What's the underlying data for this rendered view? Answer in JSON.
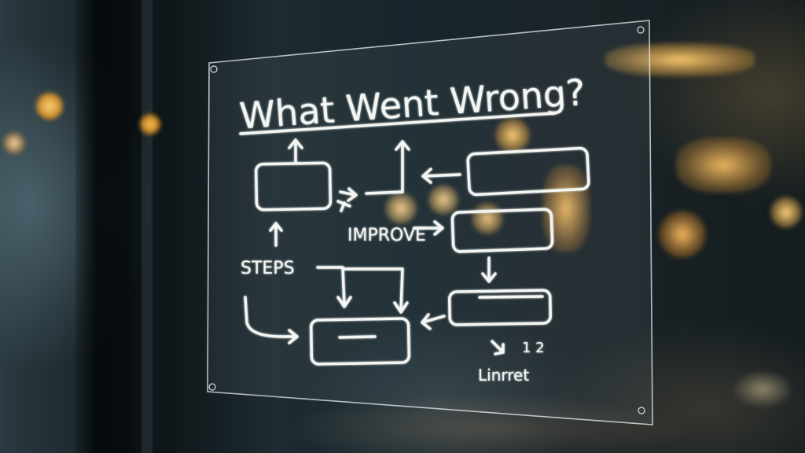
{
  "board": {
    "title": "What Went Wrong?",
    "label_improve": "IMPROVE",
    "label_steps": "STEPS",
    "label_numbers": "1 2",
    "label_bottom": "Linrret"
  }
}
